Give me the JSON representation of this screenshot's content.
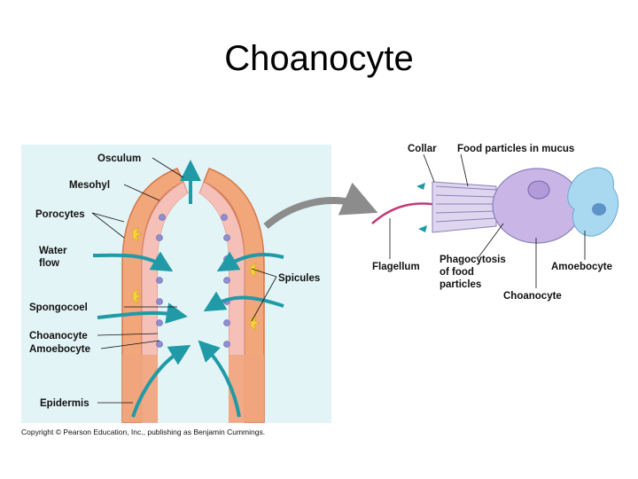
{
  "slide": {
    "title": "Choanocyte",
    "copyright": "Copyright © Pearson Education, Inc., publishing as Benjamin Cummings."
  },
  "sponge_labels": {
    "osculum": "Osculum",
    "mesohyl": "Mesohyl",
    "porocytes": "Porocytes",
    "water_flow_1": "Water",
    "water_flow_2": "flow",
    "spicules": "Spicules",
    "spongocoel": "Spongocoel",
    "choanocyte": "Choanocyte",
    "amoebocyte": "Amoebocyte",
    "epidermis": "Epidermis"
  },
  "cell_labels": {
    "collar": "Collar",
    "food_particles": "Food particles in mucus",
    "flagellum": "Flagellum",
    "phagocytosis_1": "Phagocytosis",
    "phagocytosis_2": "of food",
    "phagocytosis_3": "particles",
    "amoebocyte": "Amoebocyte",
    "choanocyte": "Choanocyte"
  },
  "colors": {
    "panel_bg": "#e3f4f6",
    "body_wall": "#f2a77a",
    "flow_arrows": "#1f9aa6",
    "choanocyte_cells": "#8e8ed0",
    "cell_body": "#c9b6e6",
    "amoebocyte_cell": "#a9d8f1",
    "pointer_arrow": "#8c8c8c"
  }
}
